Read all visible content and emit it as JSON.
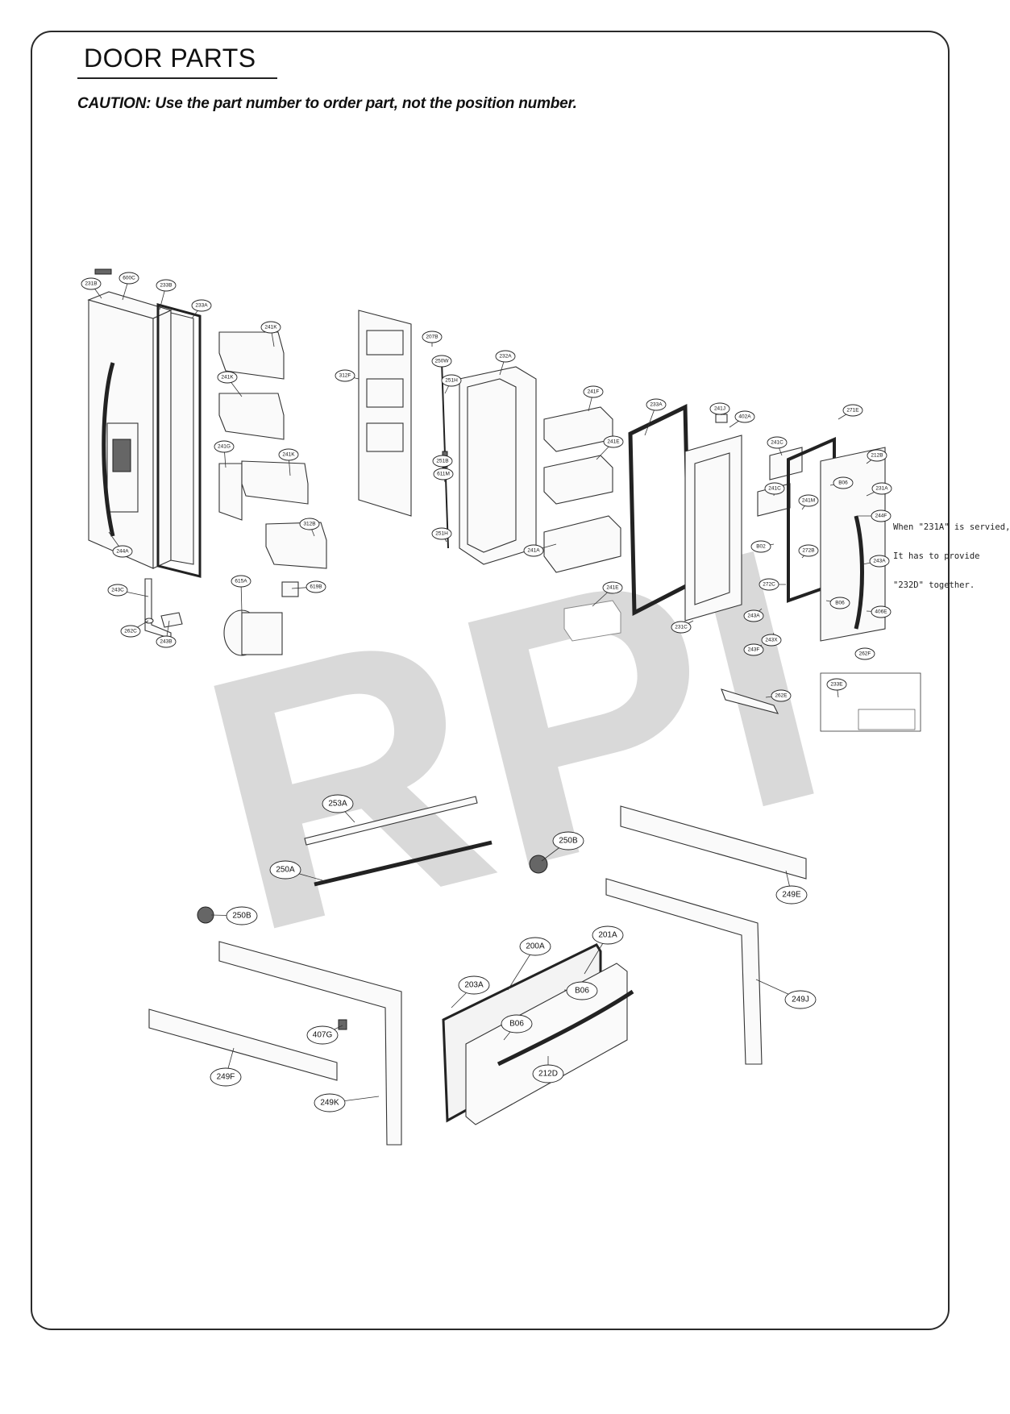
{
  "page": {
    "title": "DOOR PARTS",
    "caution": "CAUTION: Use the part number to order part, not the position number."
  },
  "watermark": "RPI",
  "note": {
    "lines": [
      "When \"231A\" is servied,",
      "It has to provide",
      "\"232D\" together."
    ]
  },
  "callouts": {
    "upper": [
      "231B",
      "600C",
      "233B",
      "233A",
      "241K",
      "241K",
      "241G",
      "241K",
      "312B",
      "243C",
      "262C",
      "243B",
      "615A",
      "619B",
      "244A",
      "312F",
      "207B",
      "250W",
      "251H",
      "251B",
      "611M",
      "251H",
      "232A",
      "241F",
      "241E",
      "241A",
      "241E",
      "233A",
      "231C",
      "241J",
      "402A",
      "271E",
      "241C",
      "241C",
      "241M",
      "272B",
      "B02",
      "272C",
      "212B",
      "B06",
      "231A",
      "244F",
      "243A",
      "B06",
      "406E",
      "243A",
      "243X",
      "243F",
      "262F",
      "233E",
      "262E"
    ],
    "lower": [
      "253A",
      "250A",
      "250B",
      "249E",
      "250B",
      "407G",
      "249F",
      "249K",
      "200A",
      "201A",
      "203A",
      "B06",
      "B06",
      "212D",
      "249J"
    ]
  },
  "colors": {
    "line": "#333333",
    "watermark": "#d9d9d9",
    "frame": "#2a2a2a"
  }
}
